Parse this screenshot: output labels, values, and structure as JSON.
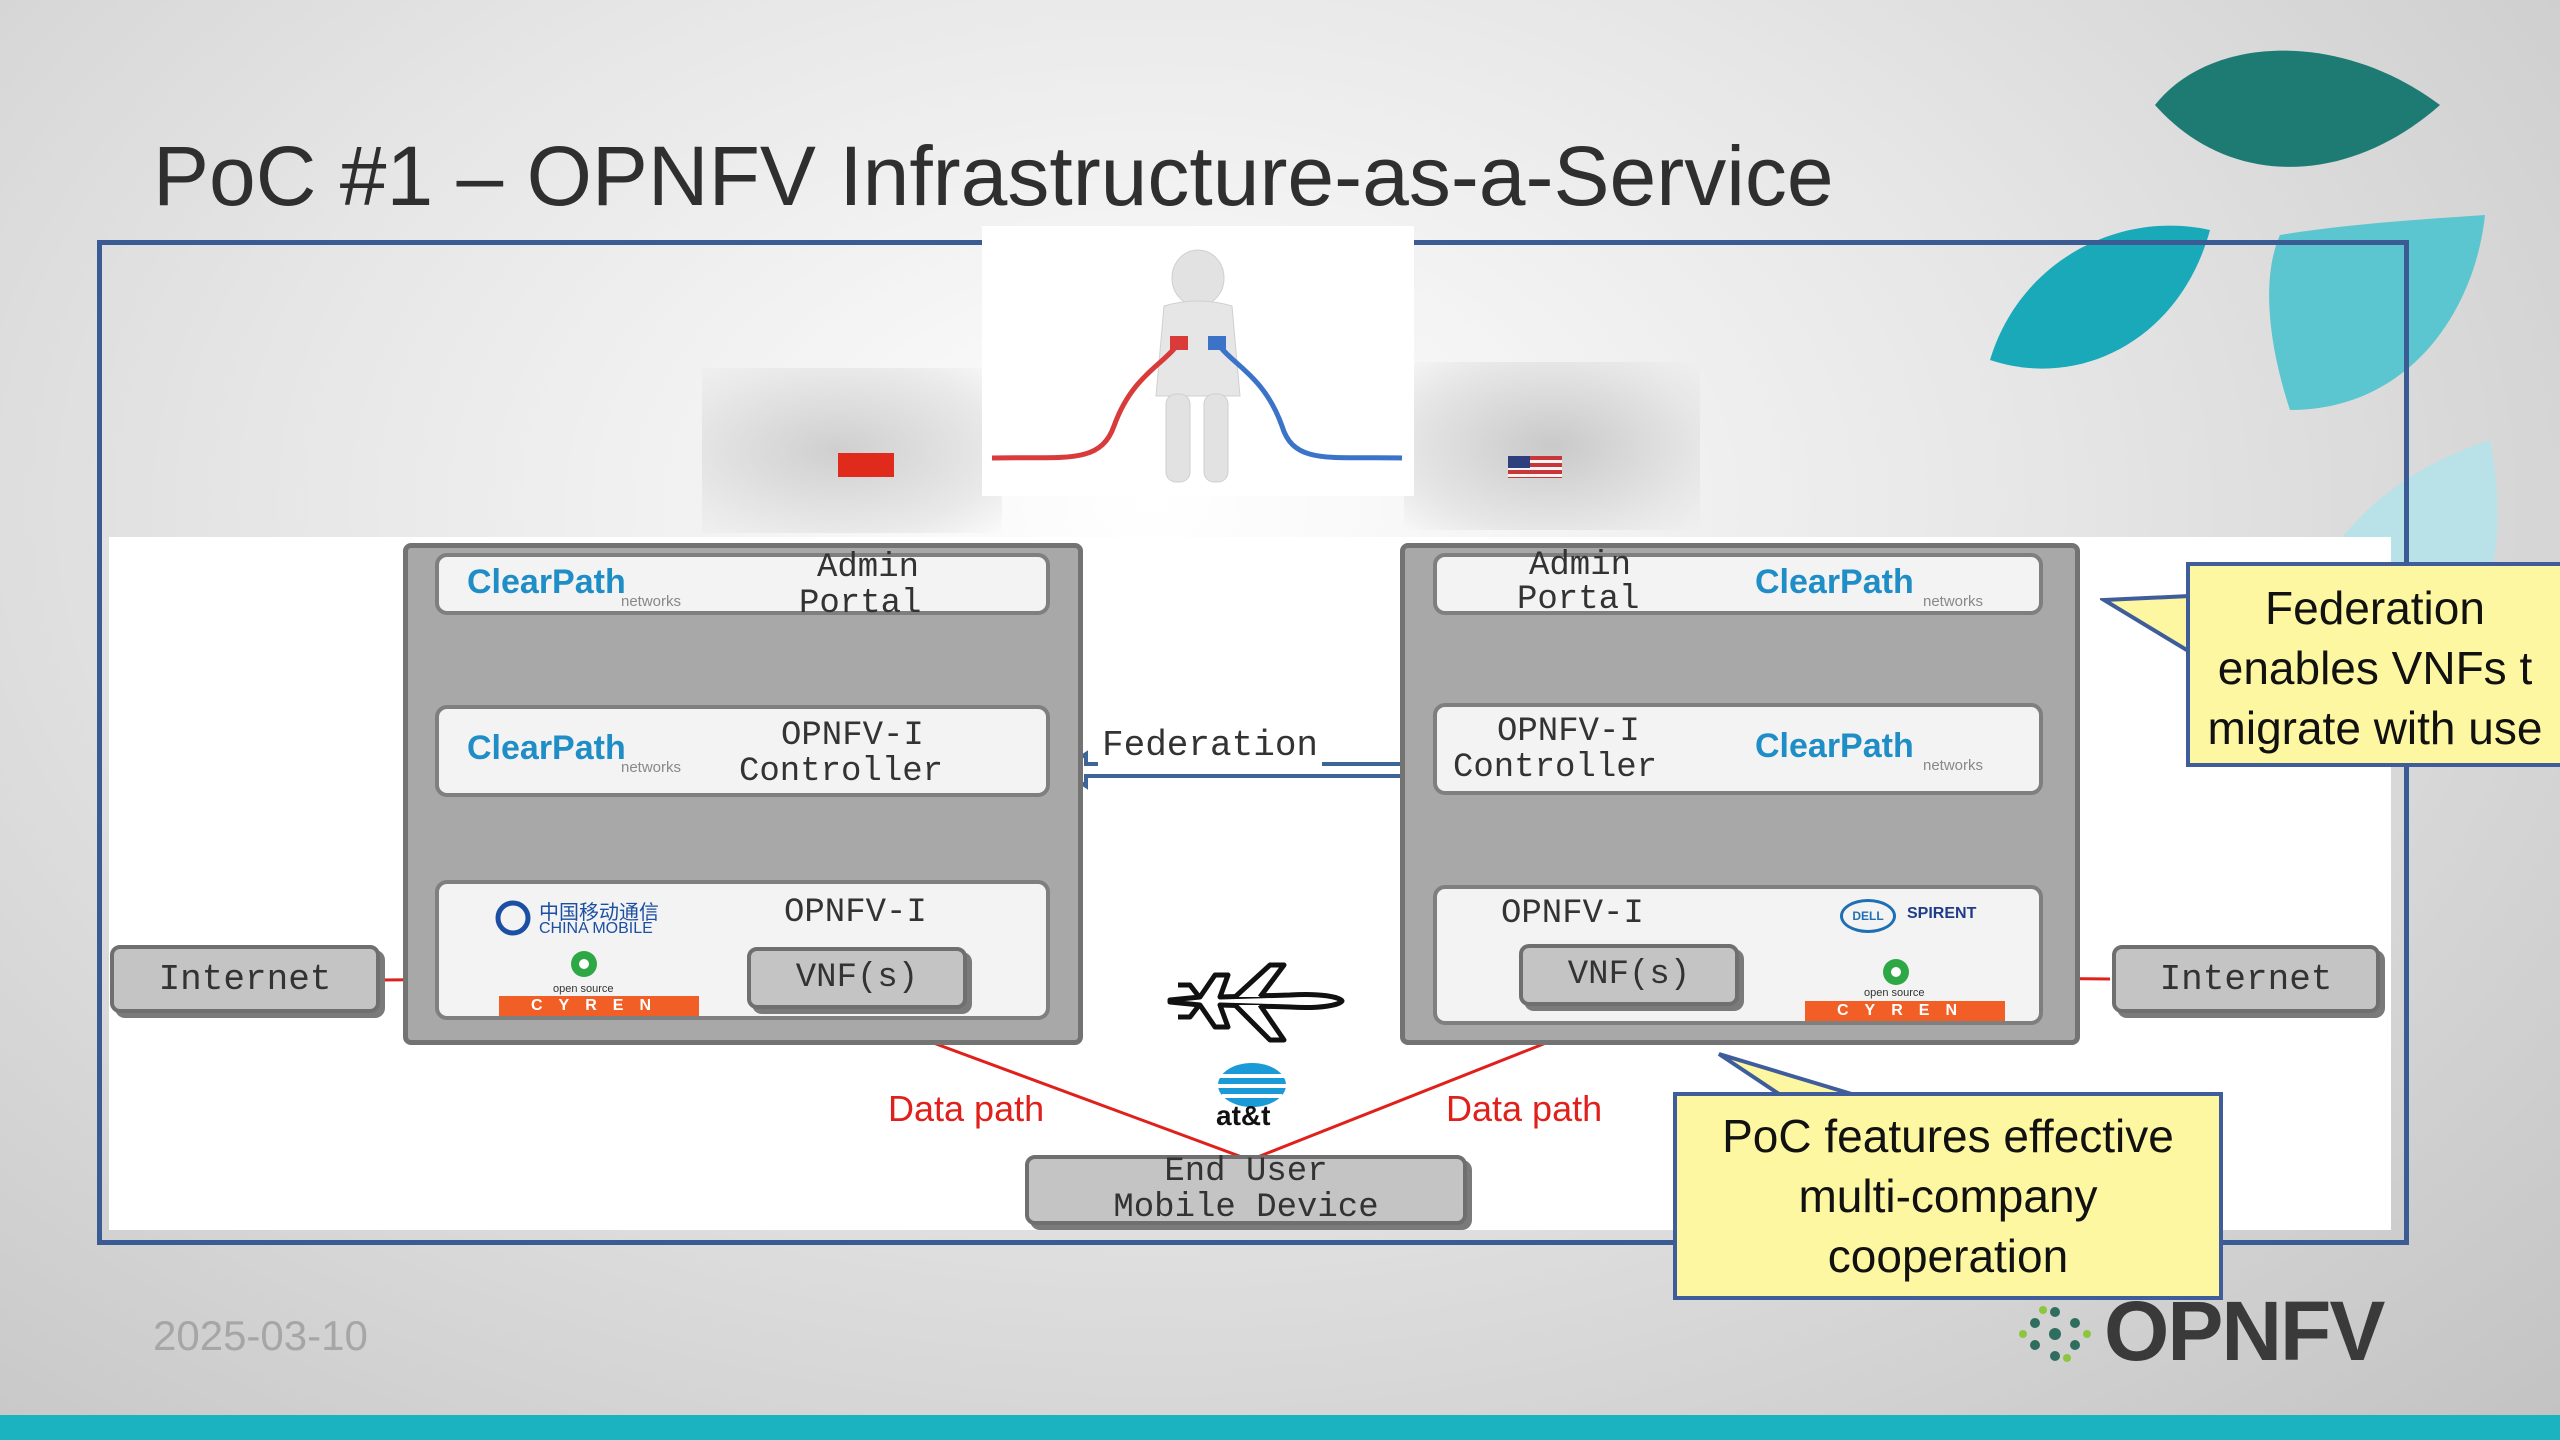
{
  "slide": {
    "title": "PoC #1 – OPNFV Infrastructure-as-a-Service",
    "date": "2025-03-10",
    "logo_text": "OPNFV",
    "accent_color": "#1bb3bf",
    "frame_color": "#3b5b94"
  },
  "diagram": {
    "left_site": {
      "admin_label_1": "Admin",
      "admin_label_2": "Portal",
      "controller_label_1": "OPNFV-I",
      "controller_label_2": "Controller",
      "infra_label": "OPNFV-I",
      "vnf_label": "VNF(s)",
      "clearpath": "ClearPath",
      "clearpath_sub": "networks",
      "china_mobile_cn": "中国移动通信",
      "china_mobile_en": "CHINA MOBILE",
      "open_source": "open source",
      "cyren": "CYREN"
    },
    "right_site": {
      "admin_label_1": "Admin",
      "admin_label_2": "Portal",
      "controller_label_1": "OPNFV-I",
      "controller_label_2": "Controller",
      "infra_label": "OPNFV-I",
      "vnf_label": "VNF(s)",
      "clearpath": "ClearPath",
      "clearpath_sub": "networks",
      "dell": "DELL",
      "spirent": "SPIRENT",
      "open_source": "open source",
      "cyren": "CYREN"
    },
    "federation_label": "Federation",
    "internet_left": "Internet",
    "internet_right": "Internet",
    "data_path_left": "Data path",
    "data_path_right": "Data path",
    "att": "at&t",
    "end_user_1": "End User",
    "end_user_2": "Mobile Device"
  },
  "callouts": {
    "federation": [
      "Federation",
      "enables VNFs t",
      "migrate with use"
    ],
    "poc": [
      "PoC features effective",
      "multi-company",
      "cooperation"
    ]
  }
}
